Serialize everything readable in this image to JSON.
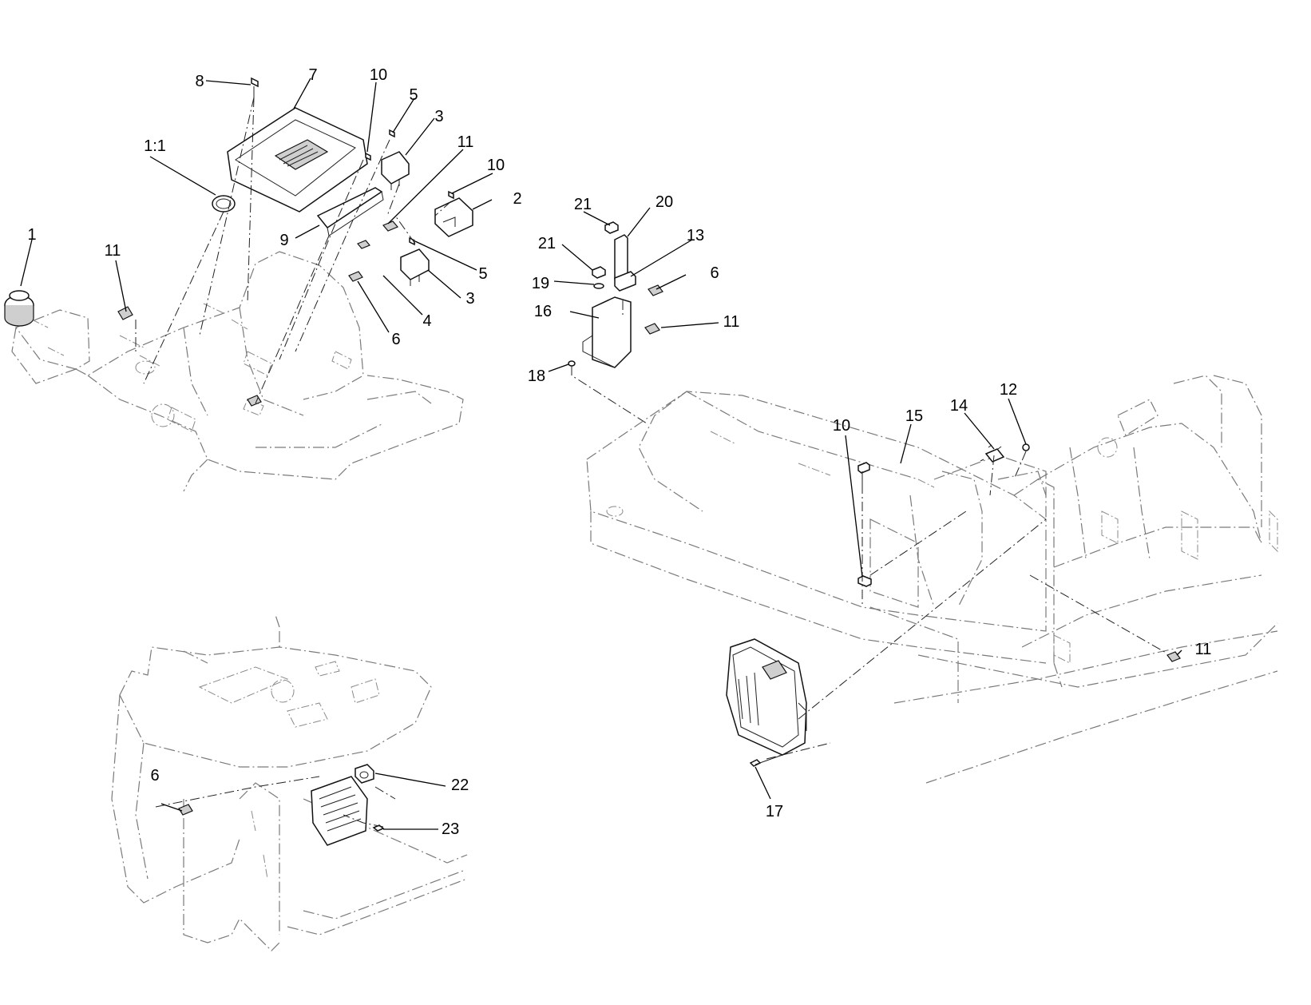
{
  "callouts": [
    {
      "id": "c-1",
      "label": "1"
    },
    {
      "id": "c-1-1",
      "label": "1:1"
    },
    {
      "id": "c-2",
      "label": "2"
    },
    {
      "id": "c-3a",
      "label": "3"
    },
    {
      "id": "c-3b",
      "label": "3"
    },
    {
      "id": "c-4",
      "label": "4"
    },
    {
      "id": "c-5a",
      "label": "5"
    },
    {
      "id": "c-5b",
      "label": "5"
    },
    {
      "id": "c-6a",
      "label": "6"
    },
    {
      "id": "c-6b",
      "label": "6"
    },
    {
      "id": "c-6c",
      "label": "6"
    },
    {
      "id": "c-7",
      "label": "7"
    },
    {
      "id": "c-8",
      "label": "8"
    },
    {
      "id": "c-9",
      "label": "9"
    },
    {
      "id": "c-10a",
      "label": "10"
    },
    {
      "id": "c-10b",
      "label": "10"
    },
    {
      "id": "c-10c",
      "label": "10"
    },
    {
      "id": "c-11a",
      "label": "11"
    },
    {
      "id": "c-11b",
      "label": "11"
    },
    {
      "id": "c-11c",
      "label": "11"
    },
    {
      "id": "c-11d",
      "label": "11"
    },
    {
      "id": "c-12",
      "label": "12"
    },
    {
      "id": "c-13",
      "label": "13"
    },
    {
      "id": "c-14",
      "label": "14"
    },
    {
      "id": "c-15",
      "label": "15"
    },
    {
      "id": "c-16",
      "label": "16"
    },
    {
      "id": "c-17",
      "label": "17"
    },
    {
      "id": "c-18",
      "label": "18"
    },
    {
      "id": "c-19",
      "label": "19"
    },
    {
      "id": "c-20",
      "label": "20"
    },
    {
      "id": "c-21a",
      "label": "21"
    },
    {
      "id": "c-21b",
      "label": "21"
    },
    {
      "id": "c-22",
      "label": "22"
    },
    {
      "id": "c-23",
      "label": "23"
    }
  ]
}
